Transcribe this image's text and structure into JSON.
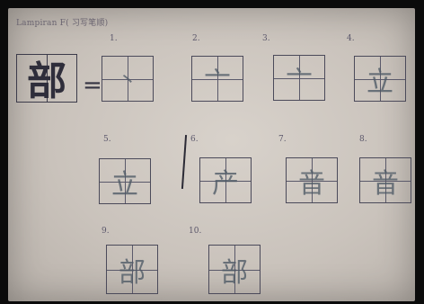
{
  "header": {
    "text": "Lampiran F( 习写笔顺)"
  },
  "target": {
    "char": "部",
    "equals": "="
  },
  "steps": [
    {
      "number": "1.",
      "glyph": "丶"
    },
    {
      "number": "2.",
      "glyph": "亠"
    },
    {
      "number": "3.",
      "glyph": "亠"
    },
    {
      "number": "4.",
      "glyph": "立"
    },
    {
      "number": "5.",
      "glyph": "立"
    },
    {
      "number": "6.",
      "glyph": "产"
    },
    {
      "number": "7.",
      "glyph": "音"
    },
    {
      "number": "8.",
      "glyph": "音"
    },
    {
      "number": "9.",
      "glyph": "部"
    },
    {
      "number": "10.",
      "glyph": "部"
    }
  ],
  "colors": {
    "paper": "#d3ccc5",
    "grid": "#4b4a5a",
    "ink": "#4e5a66",
    "background": "#0b0b0b"
  }
}
